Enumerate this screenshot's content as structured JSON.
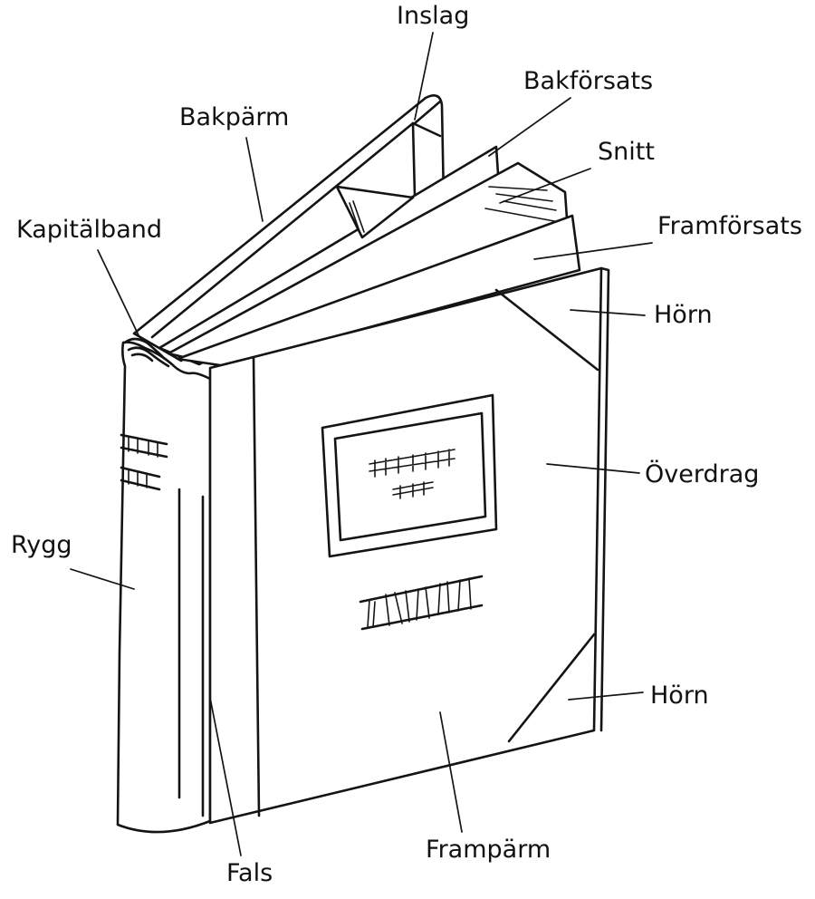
{
  "diagram": {
    "labels": {
      "inslag": "Inslag",
      "bakforsats": "Bakförsats",
      "bakparm": "Bakpärm",
      "snitt": "Snitt",
      "kapitalband": "Kapitälband",
      "framforsats": "Framförsats",
      "horn_top": "Hörn",
      "overdrag": "Överdrag",
      "rygg": "Rygg",
      "horn_bottom": "Hörn",
      "frampärm": "Frampärm",
      "fals": "Fals"
    },
    "colors": {
      "ink": "#141414",
      "background": "#ffffff"
    }
  }
}
